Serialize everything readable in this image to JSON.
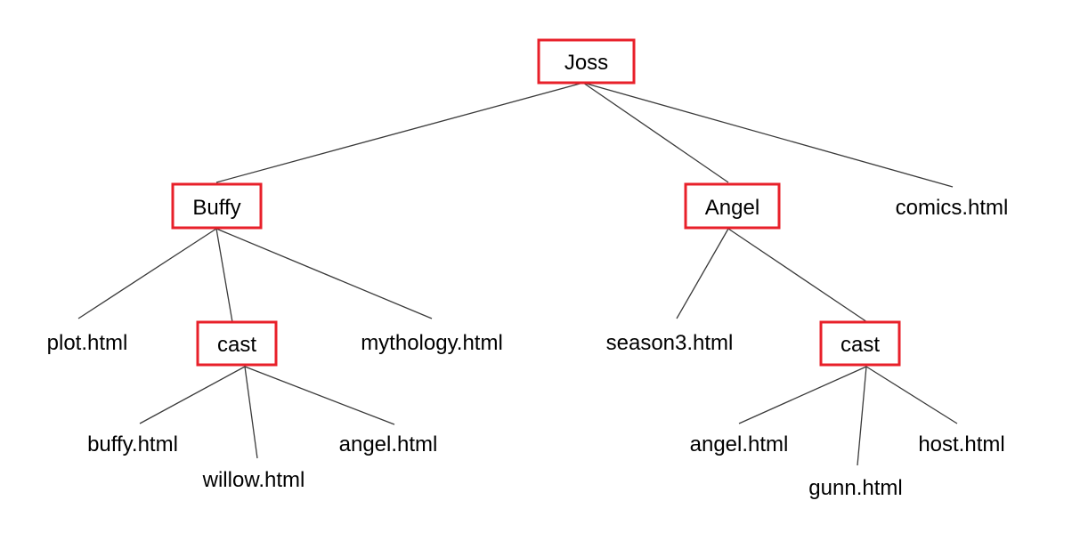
{
  "diagram": {
    "box_color": "#e8202a",
    "line_color": "#3a3a3a",
    "text_color": "#000000",
    "root": {
      "label": "Joss",
      "kind": "folder",
      "children": [
        {
          "label": "Buffy",
          "kind": "folder",
          "children": [
            {
              "label": "plot.html",
              "kind": "file"
            },
            {
              "label": "cast",
              "kind": "folder",
              "children": [
                {
                  "label": "buffy.html",
                  "kind": "file"
                },
                {
                  "label": "willow.html",
                  "kind": "file"
                },
                {
                  "label": "angel.html",
                  "kind": "file"
                }
              ]
            },
            {
              "label": "mythology.html",
              "kind": "file"
            }
          ]
        },
        {
          "label": "Angel",
          "kind": "folder",
          "children": [
            {
              "label": "season3.html",
              "kind": "file"
            },
            {
              "label": "cast",
              "kind": "folder",
              "children": [
                {
                  "label": "angel.html",
                  "kind": "file"
                },
                {
                  "label": "gunn.html",
                  "kind": "file"
                },
                {
                  "label": "host.html",
                  "kind": "file"
                }
              ]
            }
          ]
        },
        {
          "label": "comics.html",
          "kind": "file"
        }
      ]
    }
  }
}
